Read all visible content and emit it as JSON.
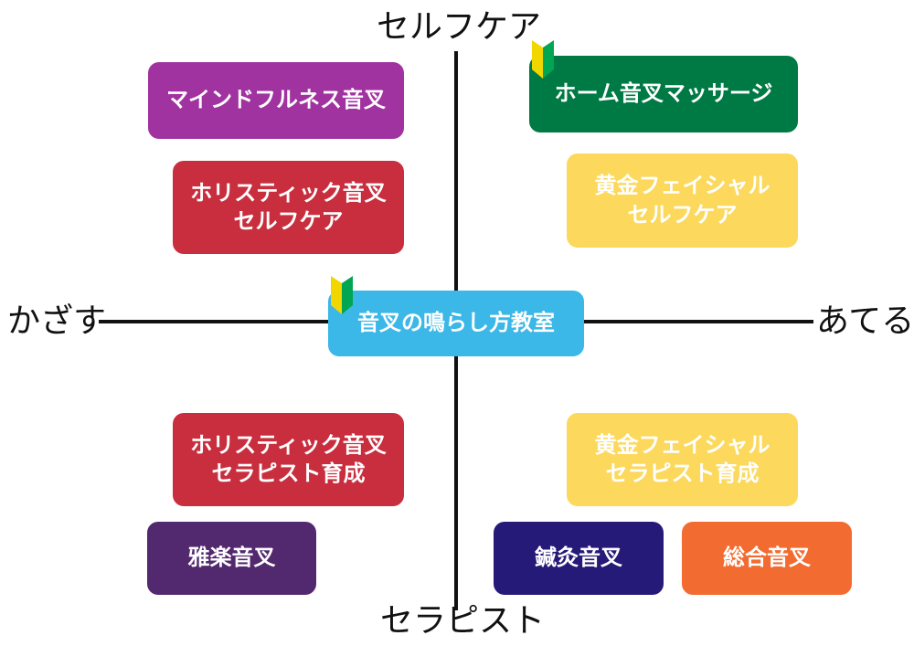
{
  "axes": {
    "top": "セルフケア",
    "bottom": "セラピスト",
    "left": "かざす",
    "right": "あてる"
  },
  "center": {
    "label": "音叉の鳴らし方教室",
    "color": "#3bb7e8"
  },
  "boxes": {
    "mindfulness": {
      "lines": [
        "マインドフルネス音叉"
      ],
      "color": "#a033a0"
    },
    "holistic_selfcare": {
      "lines": [
        "ホリスティック音叉",
        "セルフケア"
      ],
      "color": "#c82e3e"
    },
    "home_massage": {
      "lines": [
        "ホーム音叉マッサージ"
      ],
      "color": "#007a45"
    },
    "golden_selfcare": {
      "lines": [
        "黄金フェイシャル",
        "セルフケア"
      ],
      "color": "#fcd85c"
    },
    "holistic_therapist": {
      "lines": [
        "ホリスティック音叉",
        "セラピスト育成"
      ],
      "color": "#c82e3e"
    },
    "golden_therapist": {
      "lines": [
        "黄金フェイシャル",
        "セラピスト育成"
      ],
      "color": "#fcd85c"
    },
    "gagaku": {
      "lines": [
        "雅楽音叉"
      ],
      "color": "#52286e"
    },
    "shinkyu": {
      "lines": [
        "鍼灸音叉"
      ],
      "color": "#261a78"
    },
    "sougou": {
      "lines": [
        "総合音叉"
      ],
      "color": "#f26b30"
    }
  },
  "icons": {
    "beginner_mark": {
      "name": "beginner-mark-icon",
      "colors": [
        "#f2d600",
        "#00a651"
      ]
    }
  }
}
